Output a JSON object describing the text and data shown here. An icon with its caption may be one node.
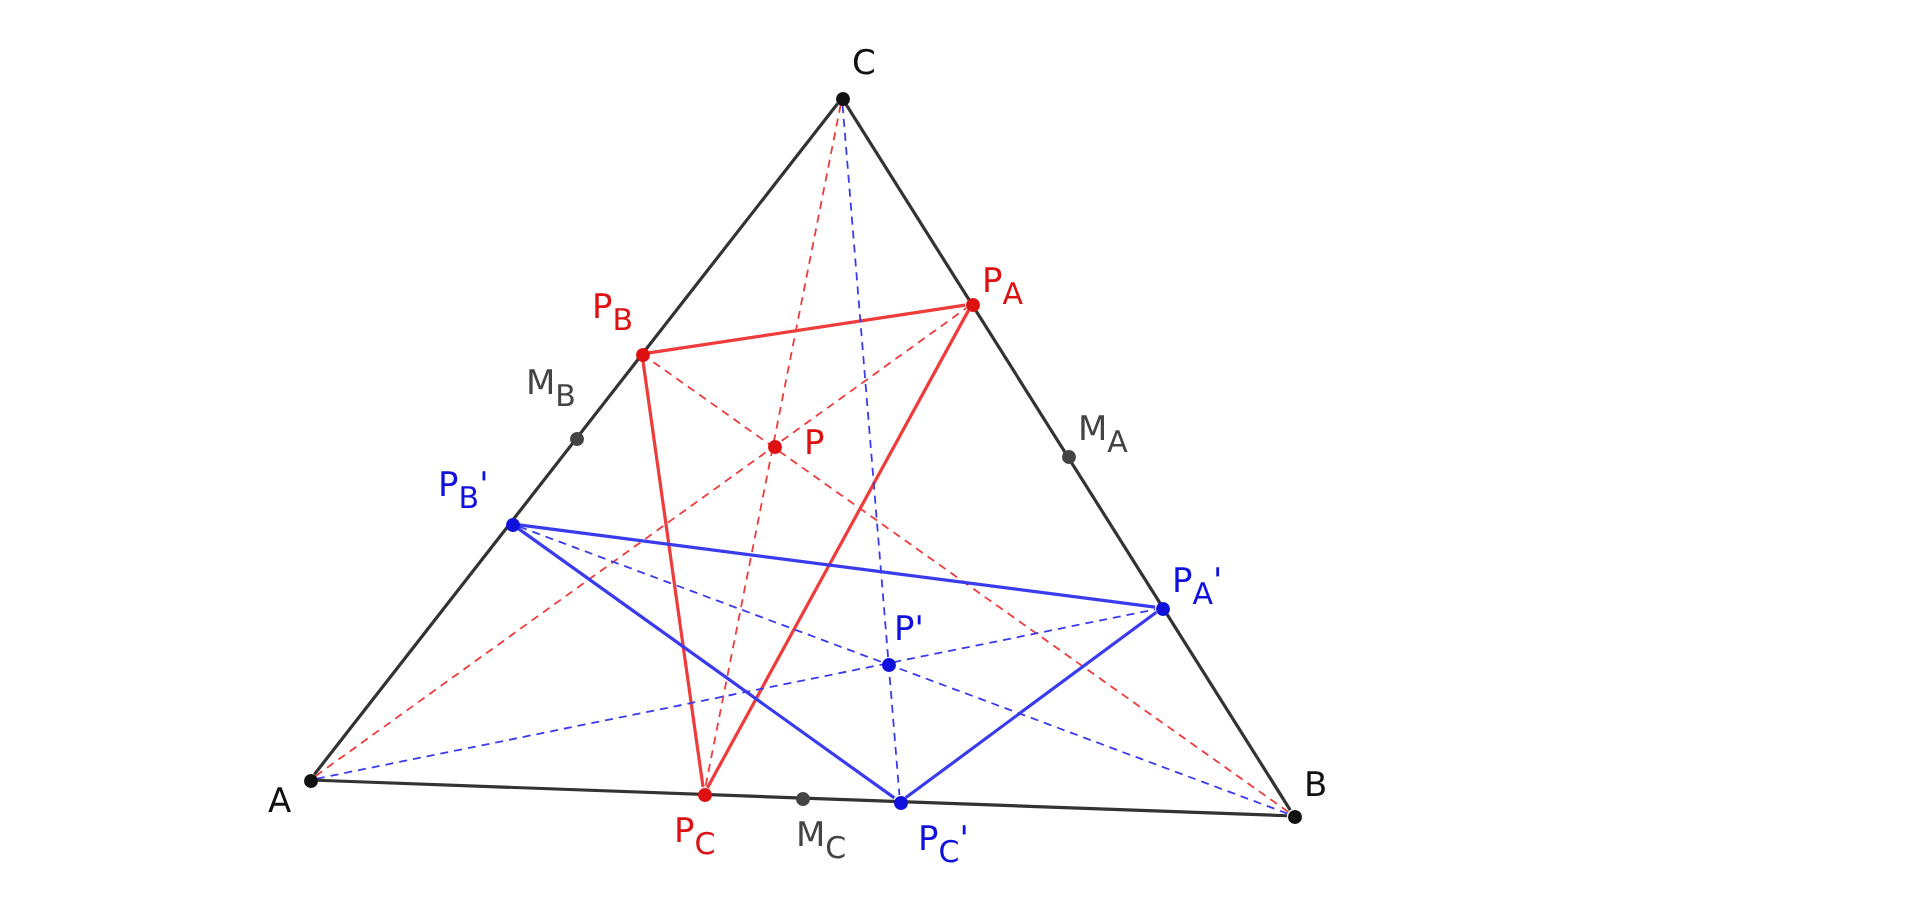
{
  "diagram": {
    "nodes": [
      {
        "text": [
          "A"
        ]
      },
      {
        "text": [
          "B"
        ]
      },
      {
        "text": [
          "C"
        ]
      },
      {
        "text": [
          "P$_{A}$"
        ]
      },
      {
        "text": [
          "P$_{B}$"
        ]
      },
      {
        "text": [
          "P$_{C}$"
        ]
      },
      {
        "text": [
          "P"
        ]
      },
      {
        "text": [
          "M$_{A}$"
        ]
      },
      {
        "text": [
          "M$_{B}$"
        ]
      },
      {
        "text": [
          "M$_{C}$"
        ]
      },
      {
        "text": [
          "P$_{A}$'"
        ]
      },
      {
        "text": [
          "P$_{B}$'"
        ]
      },
      {
        "text": [
          "P$_{C}$'"
        ]
      },
      {
        "text": [
          "P'"
        ]
      }
    ],
    "edges": [
      {
        "from": 0,
        "to": 1,
        "arrow": "none",
        "color": "#333333"
      },
      {
        "from": 1,
        "to": 2,
        "arrow": "none",
        "color": "#333333"
      },
      {
        "from": 2,
        "to": 0,
        "arrow": "none",
        "color": "#333333"
      },
      {
        "from": 4,
        "to": 3,
        "arrow": "none",
        "color": "#ee3b3b"
      },
      {
        "from": 3,
        "to": 5,
        "arrow": "none",
        "color": "#ee3b3b"
      },
      {
        "from": 5,
        "to": 4,
        "arrow": "none",
        "color": "#ee3b3b"
      },
      {
        "from": 0,
        "to": 3,
        "arrow": "none",
        "style": "dashed",
        "color": "#ee3b3b"
      },
      {
        "from": 1,
        "to": 4,
        "arrow": "none",
        "style": "dashed",
        "color": "#ee3b3b"
      },
      {
        "from": 2,
        "to": 5,
        "arrow": "none",
        "style": "dashed",
        "color": "#ee3b3b"
      },
      {
        "from": 11,
        "to": 10,
        "arrow": "none",
        "color": "#3b3bee"
      },
      {
        "from": 10,
        "to": 12,
        "arrow": "none",
        "color": "#3b3bee"
      },
      {
        "from": 12,
        "to": 11,
        "arrow": "none",
        "color": "#3b3bee"
      },
      {
        "from": 0,
        "to": 10,
        "arrow": "none",
        "style": "dashed",
        "color": "#3b3bee"
      },
      {
        "from": 1,
        "to": 11,
        "arrow": "none",
        "style": "dashed",
        "color": "#3b3bee"
      },
      {
        "from": 2,
        "to": 12,
        "arrow": "none",
        "style": "dashed",
        "color": "#3b3bee"
      }
    ]
  }
}
